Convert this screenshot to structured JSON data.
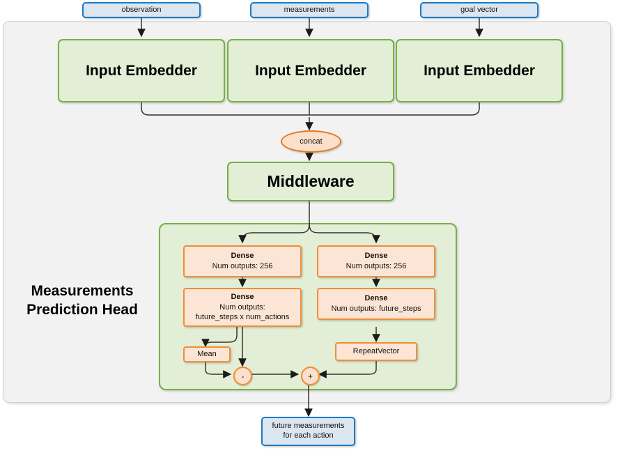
{
  "diagram": {
    "title": "Measurements Prediction Head network diagram",
    "colors": {
      "outer_bg": "#f2f2f2",
      "outer_border": "#d0d0d0",
      "blue_fill": "#dce6f1",
      "blue_border": "#1a7bc4",
      "green_fill": "#e2eed5",
      "green_border": "#76b043",
      "orange_fill": "#fce5d4",
      "orange_border": "#ed8e3c",
      "wire": "#262626"
    }
  },
  "inputs": [
    {
      "label": "observation"
    },
    {
      "label": "measurements"
    },
    {
      "label": "goal vector"
    }
  ],
  "embedders": [
    {
      "label": "Input Embedder"
    },
    {
      "label": "Input Embedder"
    },
    {
      "label": "Input Embedder"
    }
  ],
  "concat": {
    "label": "concat"
  },
  "middleware": {
    "label": "Middleware"
  },
  "head": {
    "label_line1": "Measurements",
    "label_line2": "Prediction Head",
    "left_branch": {
      "dense1": {
        "title": "Dense",
        "detail": "Num outputs: 256"
      },
      "dense2": {
        "title": "Dense",
        "detail_line1": "Num outputs:",
        "detail_line2": "future_steps x num_actions"
      },
      "mean": {
        "label": "Mean"
      },
      "operator": {
        "label": "-"
      }
    },
    "right_branch": {
      "dense1": {
        "title": "Dense",
        "detail": "Num outputs: 256"
      },
      "dense2": {
        "title": "Dense",
        "detail": "Num outputs: future_steps"
      },
      "repeat_vector": {
        "label": "RepeatVector"
      },
      "operator": {
        "label": "+"
      }
    }
  },
  "output": {
    "line1": "future measurements",
    "line2": "for each action"
  }
}
